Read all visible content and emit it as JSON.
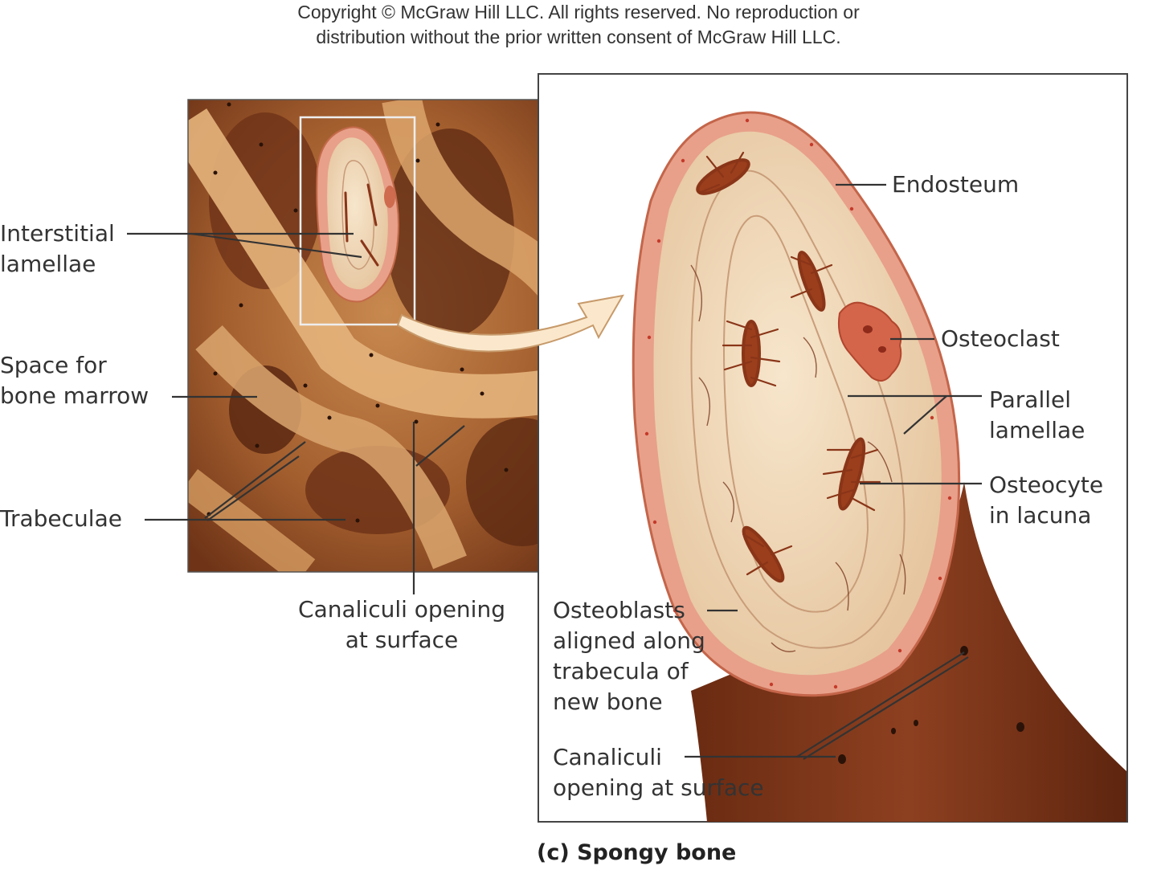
{
  "copyright": {
    "line1": "Copyright © McGraw Hill LLC. All rights reserved. No reproduction or",
    "line2": "distribution without the prior written consent of McGraw Hill LLC."
  },
  "left_labels": {
    "interstitial_1": "Interstitial",
    "interstitial_2": "lamellae",
    "space_1": "Space for",
    "space_2": "bone marrow",
    "trabeculae": "Trabeculae",
    "canaliculi_1": "Canaliculi opening",
    "canaliculi_2": "at surface"
  },
  "right_labels": {
    "endosteum": "Endosteum",
    "osteoclast": "Osteoclast",
    "parallel_1": "Parallel",
    "parallel_2": "lamellae",
    "osteocyte_1": "Osteocyte",
    "osteocyte_2": "in lacuna",
    "osteoblasts_1": "Osteoblasts",
    "osteoblasts_2": "aligned along",
    "osteoblasts_3": "trabecula of",
    "osteoblasts_4": "new bone",
    "canaliculi_1": "Canaliculi",
    "canaliculi_2": "opening at surface"
  },
  "caption": "(c) Spongy bone",
  "colors": {
    "bone_dark": "#7a3a1e",
    "bone_mid": "#a3592d",
    "lamella": "#f0dcc0",
    "endosteum": "#e8a08a",
    "leader": "#333333"
  }
}
